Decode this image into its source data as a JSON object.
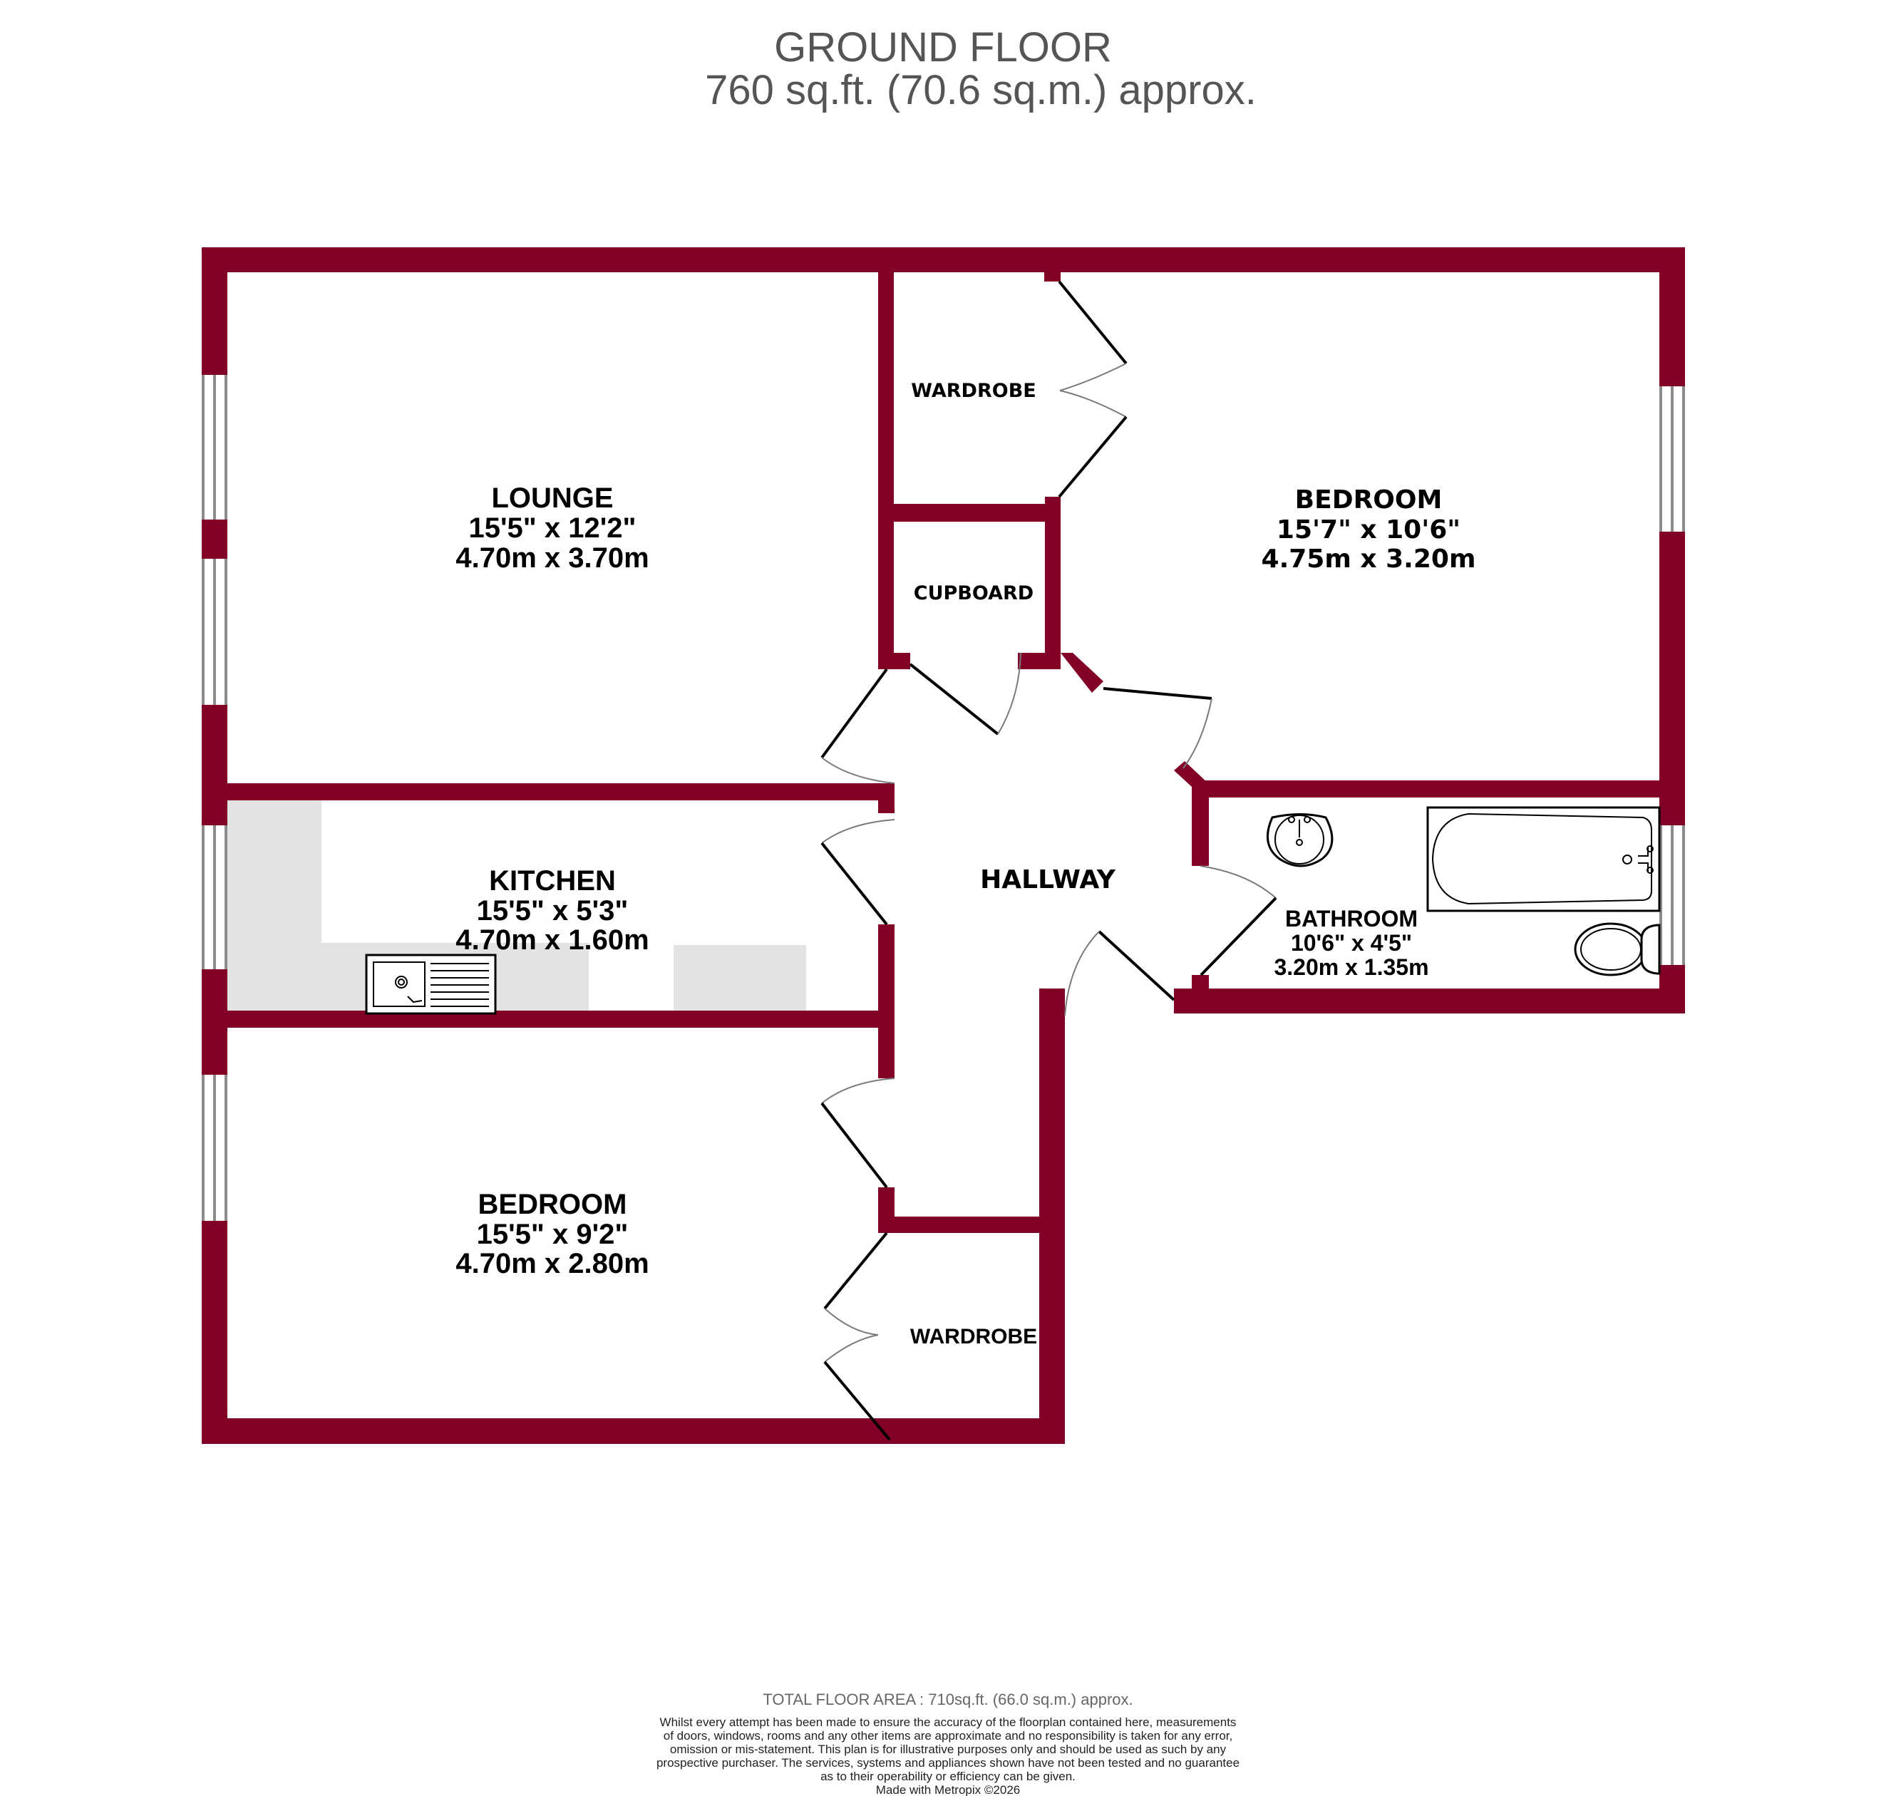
{
  "header": {
    "title": "GROUND FLOOR",
    "area": "760 sq.ft. (70.6 sq.m.) approx."
  },
  "colors": {
    "wall": "#820026",
    "counter": "#e3e3e3",
    "window": "#8c8c8c",
    "header_text": "#555555"
  },
  "rooms": {
    "lounge": {
      "name": "LOUNGE",
      "imperial": "15'5\"  x 12'2\"",
      "metric": "4.70m  x 3.70m"
    },
    "bedroom_1": {
      "name": "BEDROOM",
      "imperial": "15'7\"  x 10'6\"",
      "metric": "4.75m  x 3.20m"
    },
    "kitchen": {
      "name": "KITCHEN",
      "imperial": "15'5\"  x 5'3\"",
      "metric": "4.70m  x 1.60m"
    },
    "hallway": {
      "name": "HALLWAY"
    },
    "bathroom": {
      "name": "BATHROOM",
      "imperial": "10'6\"  x 4'5\"",
      "metric": "3.20m  x 1.35m"
    },
    "bedroom_2": {
      "name": "BEDROOM",
      "imperial": "15'5\"  x 9'2\"",
      "metric": "4.70m  x 2.80m"
    },
    "wardrobe_1": {
      "name": "WARDROBE"
    },
    "cupboard": {
      "name": "CUPBOARD"
    },
    "wardrobe_2": {
      "name": "WARDROBE"
    }
  },
  "footer": {
    "total_area": "TOTAL FLOOR AREA : 710sq.ft. (66.0 sq.m.) approx.",
    "disclaimer_lines": [
      "Whilst every attempt has been made to ensure the accuracy of the floorplan contained here, measurements",
      "of doors, windows, rooms and any other items are approximate and no responsibility is taken for any error,",
      "omission or mis-statement. This plan is for illustrative purposes only and should be used as such by any",
      "prospective purchaser. The services, systems and appliances shown have not been tested and no guarantee",
      "as to their operability or efficiency can be given."
    ],
    "credit": "Made with Metropix ©2026"
  }
}
